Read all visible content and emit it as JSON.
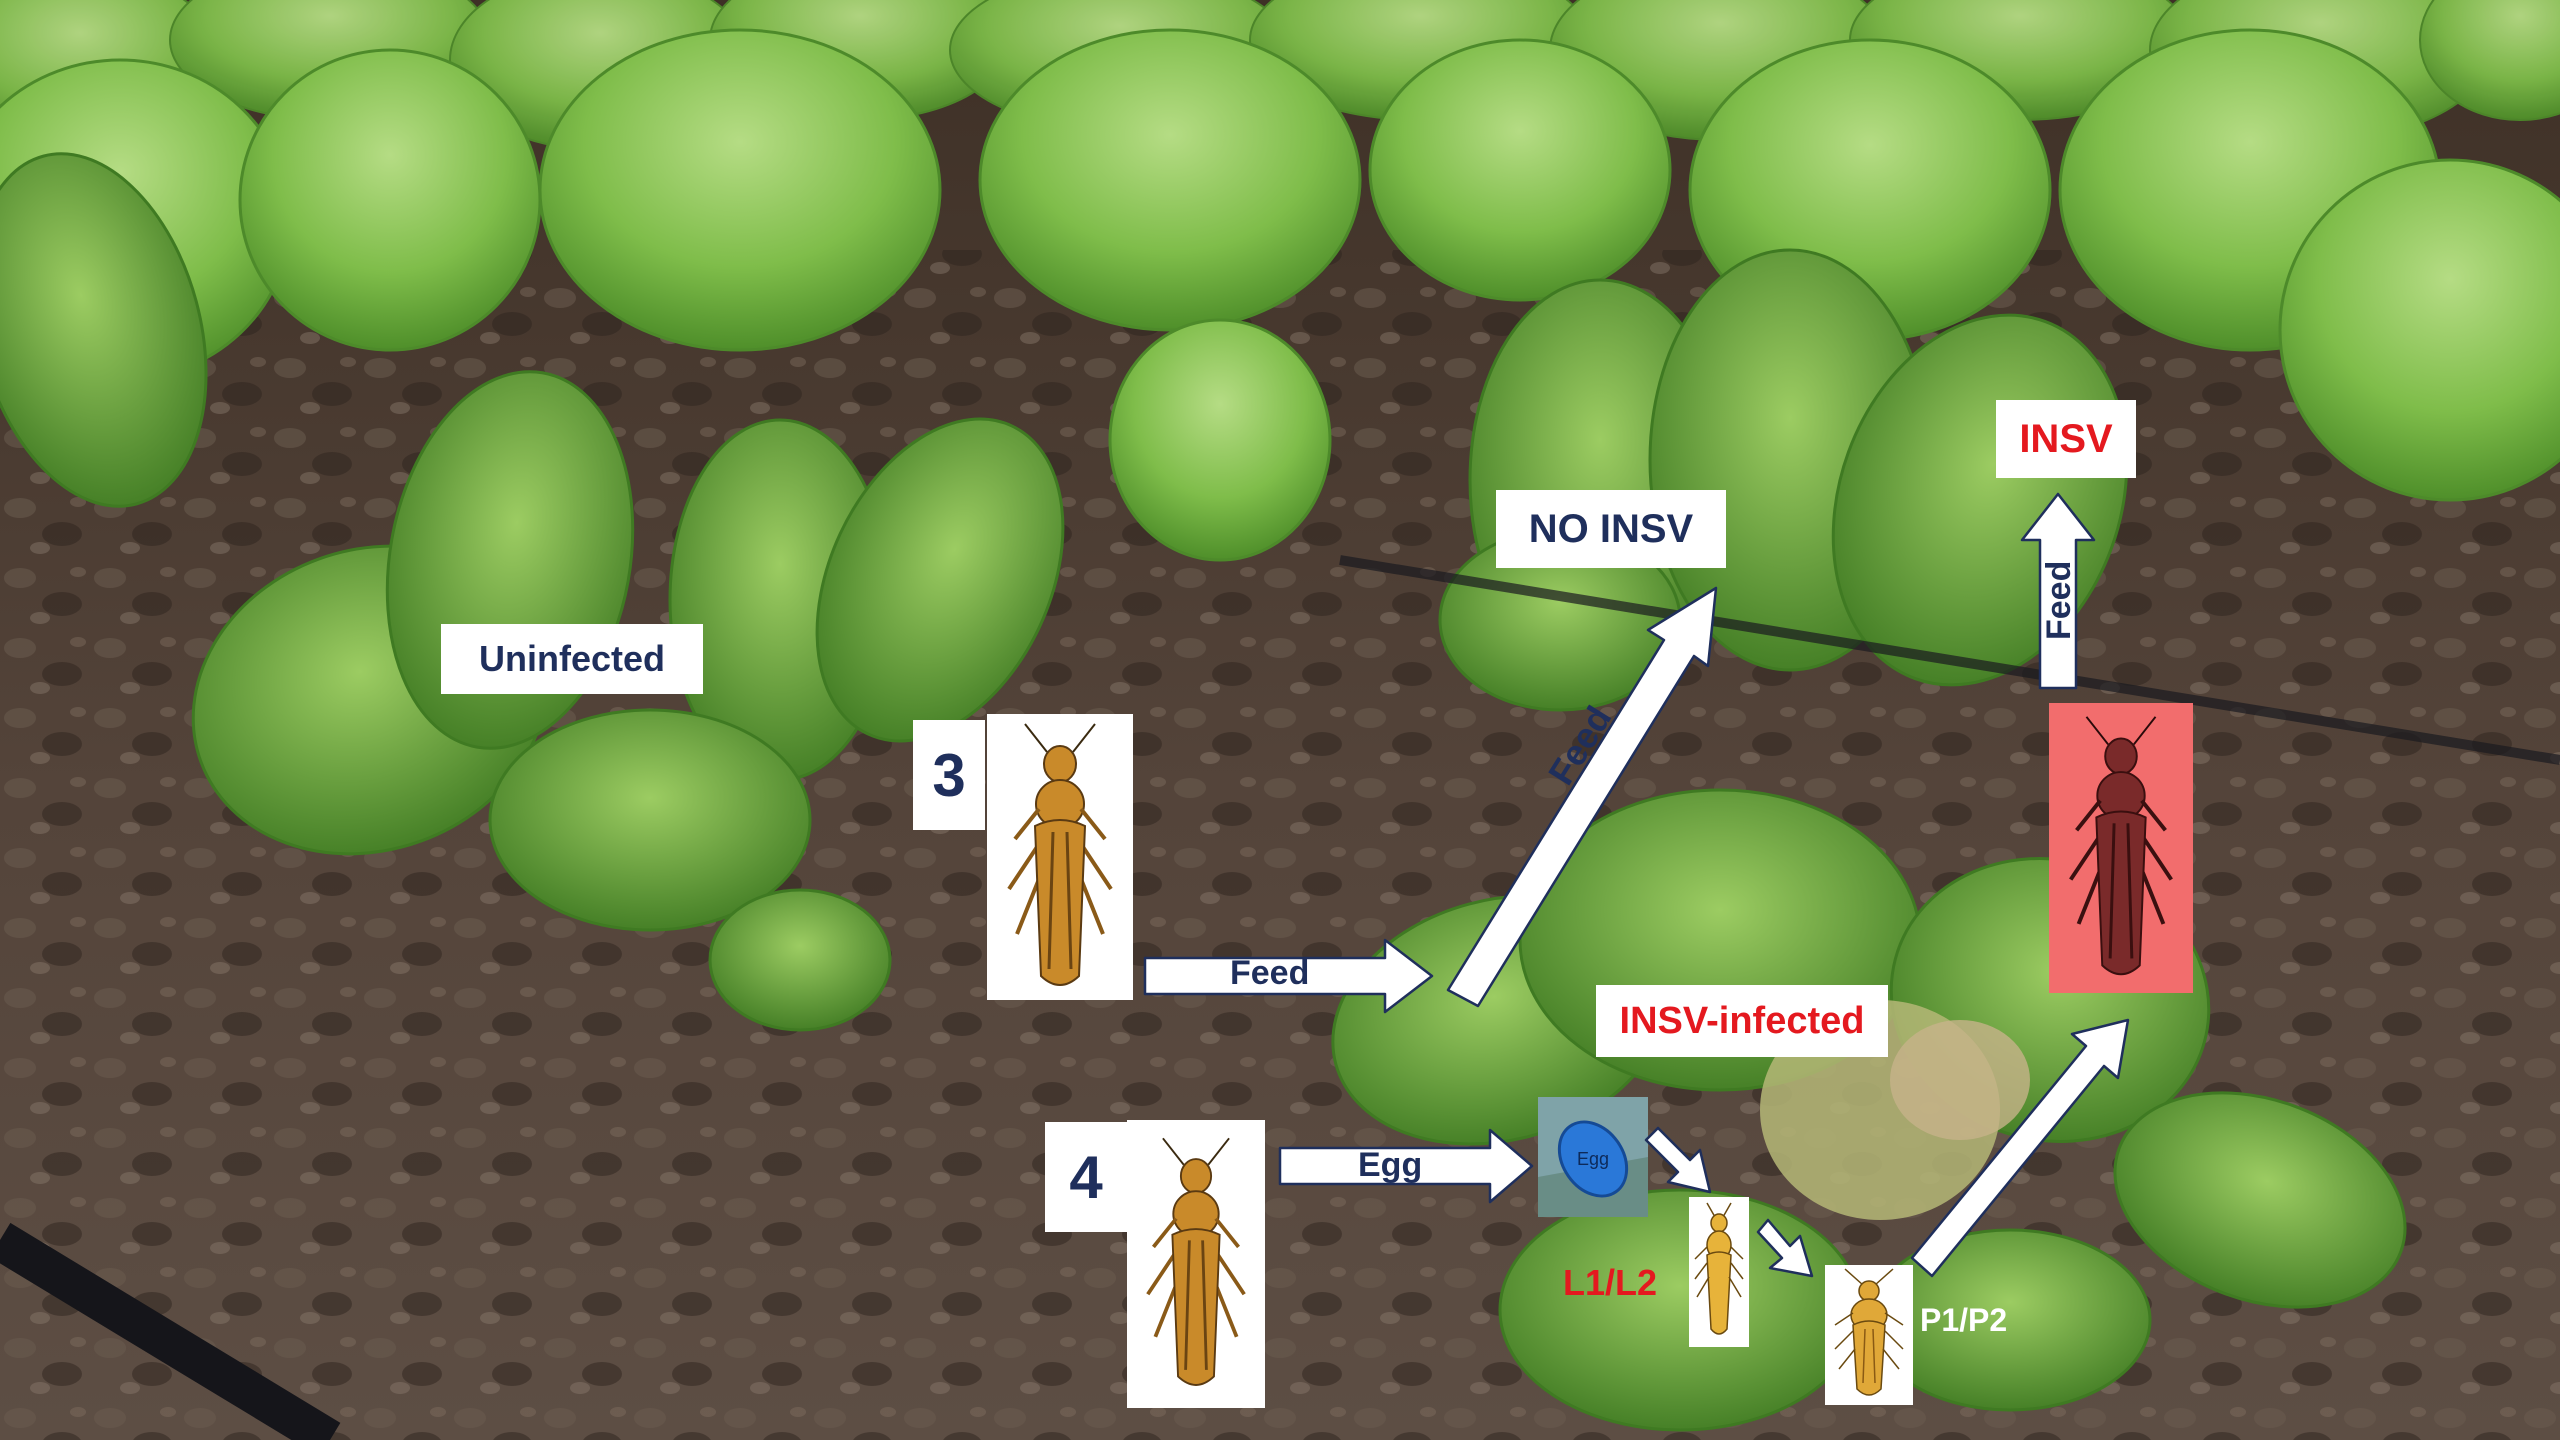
{
  "labels": {
    "uninfected": "Uninfected",
    "no_insv": "NO INSV",
    "insv": "INSV",
    "insv_infected": "INSV-infected",
    "l1l2": "L1/L2",
    "p1p2": "P1/P2",
    "egg_tag": "Egg"
  },
  "stages": {
    "adult_3": "3",
    "adult_4": "4"
  },
  "arrows": {
    "feed_right": "Feed",
    "feed_diagonal": "Feed",
    "feed_vertical": "Feed",
    "egg": "Egg"
  },
  "colors": {
    "navy_text": "#1f2f5c",
    "red_text": "#e4191f",
    "thrips_body": "#c98a2a",
    "viruliferous_card": "#f26d6d",
    "soil": "#4a3a2c",
    "lettuce": "#6fae3a"
  },
  "icons": [
    "thrips-adult-icon",
    "thrips-larva-icon",
    "thrips-pupa-icon",
    "egg-icon",
    "arrow-icon"
  ]
}
